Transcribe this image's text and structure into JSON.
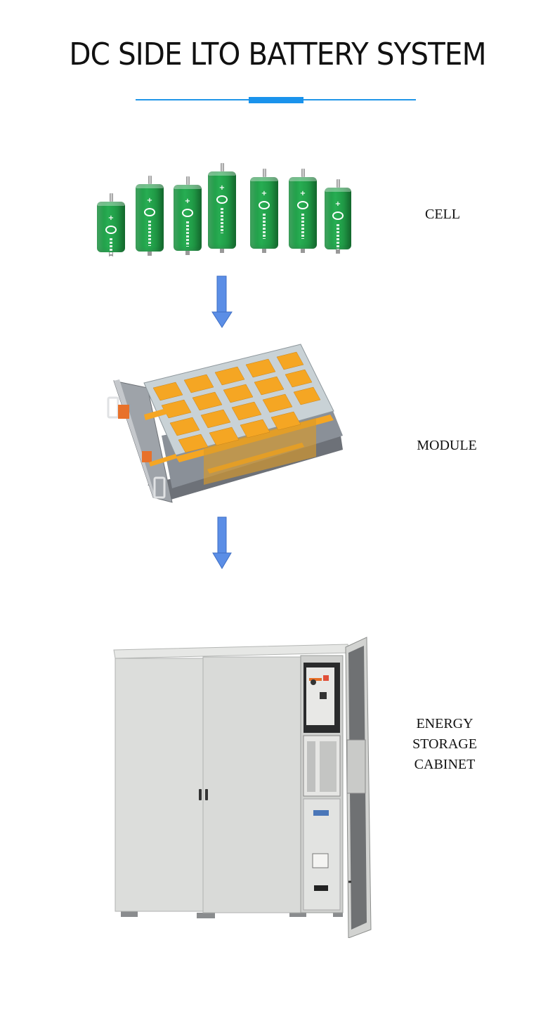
{
  "header": {
    "title": "DC SIDE LTO BATTERY SYSTEM",
    "divider_color": "#2196e8",
    "divider_accent_color": "#1a93ec"
  },
  "stages": [
    {
      "id": "cell",
      "label": "CELL",
      "image": "cylindrical-lto-cells-photo"
    },
    {
      "id": "module",
      "label": "MODULE",
      "image": "battery-module-render"
    },
    {
      "id": "cabinet",
      "label_lines": [
        "ENERGY",
        "STORAGE",
        "CABINET"
      ],
      "image": "energy-storage-cabinet-photo"
    }
  ],
  "arrows": [
    {
      "from": "cell",
      "to": "module",
      "icon": "down-arrow-icon",
      "color": "#5b8ee6"
    },
    {
      "from": "module",
      "to": "cabinet",
      "icon": "down-arrow-icon",
      "color": "#5b8ee6"
    }
  ],
  "colors": {
    "cell_green": "#1f9a46",
    "module_orange": "#f5a623",
    "module_gray": "#c9cfd4",
    "cabinet_gray": "#dcdddb",
    "arrow_blue": "#5b8ee6"
  }
}
